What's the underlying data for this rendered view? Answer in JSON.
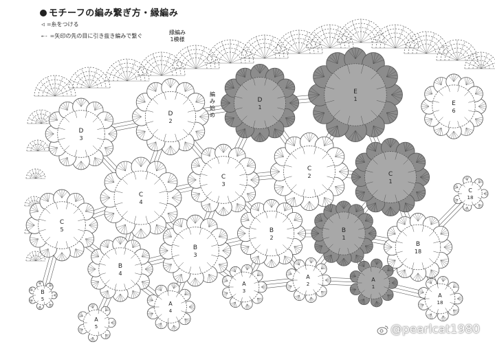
{
  "header": {
    "title": "モチーフの編み繋ぎ方・縁編み",
    "legend": [
      {
        "symbol": "◁",
        "text": "=糸をつける"
      },
      {
        "symbol": "←-",
        "text": "=矢印の先の目に引き抜き編みで繋ぐ"
      }
    ]
  },
  "notes": {
    "edge": "縁編み\n1模様",
    "join": "編み始め"
  },
  "motifs": [
    {
      "id": "D3",
      "letter": "D",
      "num": "3",
      "shaded": false
    },
    {
      "id": "D2",
      "letter": "D",
      "num": "2",
      "shaded": false
    },
    {
      "id": "D1",
      "letter": "D",
      "num": "1",
      "shaded": true
    },
    {
      "id": "E1",
      "letter": "E",
      "num": "1",
      "shaded": true
    },
    {
      "id": "E6",
      "letter": "E",
      "num": "6",
      "shaded": false
    },
    {
      "id": "C4",
      "letter": "C",
      "num": "4",
      "shaded": false
    },
    {
      "id": "C3",
      "letter": "C",
      "num": "3",
      "shaded": false
    },
    {
      "id": "C2",
      "letter": "C",
      "num": "2",
      "shaded": false
    },
    {
      "id": "C1",
      "letter": "C",
      "num": "1",
      "shaded": true
    },
    {
      "id": "C18",
      "letter": "C",
      "num": "18",
      "shaded": false
    },
    {
      "id": "C5",
      "letter": "C",
      "num": "5",
      "shaded": false
    },
    {
      "id": "B3",
      "letter": "B",
      "num": "3",
      "shaded": false
    },
    {
      "id": "B2",
      "letter": "B",
      "num": "2",
      "shaded": false
    },
    {
      "id": "B1",
      "letter": "B",
      "num": "1",
      "shaded": true
    },
    {
      "id": "B18",
      "letter": "B",
      "num": "18",
      "shaded": false
    },
    {
      "id": "B4",
      "letter": "B",
      "num": "4",
      "shaded": false
    },
    {
      "id": "B5",
      "letter": "B",
      "num": "5",
      "shaded": false
    },
    {
      "id": "A3",
      "letter": "A",
      "num": "3",
      "shaded": false
    },
    {
      "id": "A2",
      "letter": "A",
      "num": "2",
      "shaded": false
    },
    {
      "id": "A1",
      "letter": "A",
      "num": "1",
      "shaded": true
    },
    {
      "id": "A18",
      "letter": "A",
      "num": "18",
      "shaded": false
    },
    {
      "id": "A4",
      "letter": "A",
      "num": "4",
      "shaded": false
    },
    {
      "id": "A5",
      "letter": "A",
      "num": "5",
      "shaded": false
    }
  ],
  "colors": {
    "line": "#555555",
    "shade": "#a8a8a8",
    "shadeDark": "#8c8c8c",
    "bg": "#ffffff"
  },
  "watermark": "@pearlcat1980"
}
